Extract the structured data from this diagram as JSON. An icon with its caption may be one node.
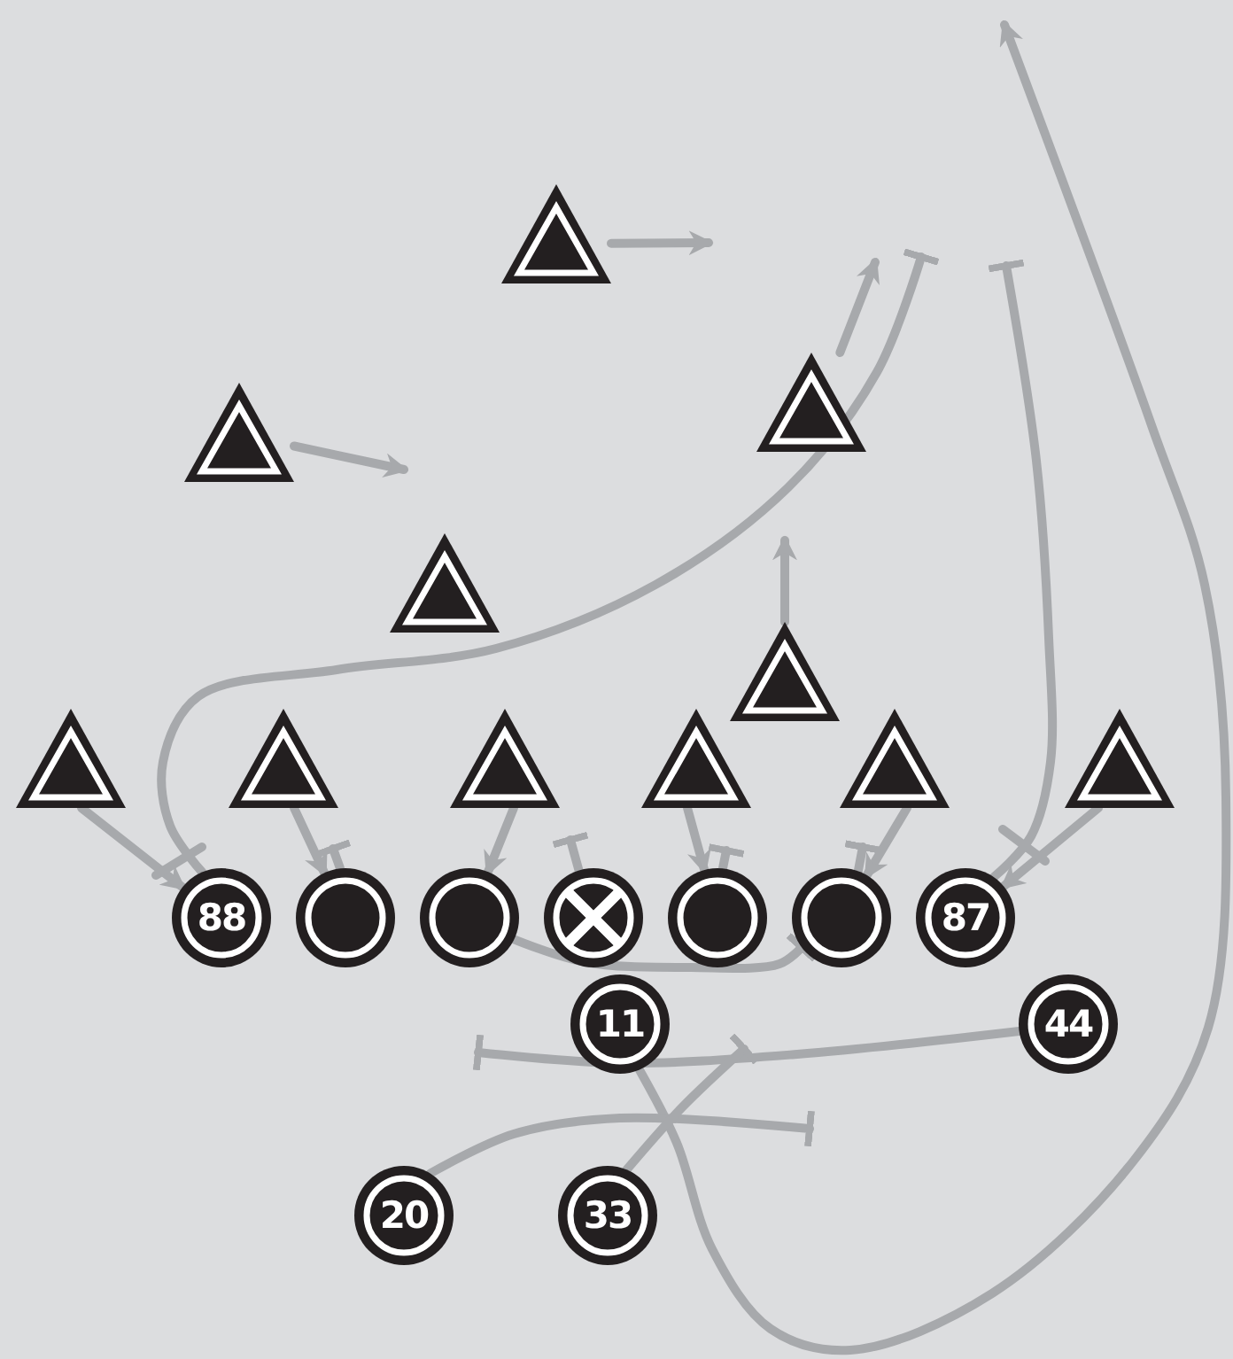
{
  "diagram": {
    "nodes": [
      {
        "text": [],
        "shape": "triangle"
      },
      {
        "text": [],
        "shape": "triangle"
      },
      {
        "text": [],
        "shape": "triangle"
      },
      {
        "text": [],
        "shape": "triangle"
      },
      {
        "text": [],
        "shape": "triangle"
      },
      {
        "text": [],
        "shape": "triangle"
      },
      {
        "text": [],
        "shape": "triangle"
      },
      {
        "text": [],
        "shape": "triangle"
      },
      {
        "text": [],
        "shape": "triangle"
      },
      {
        "text": [],
        "shape": "triangle"
      },
      {
        "text": [],
        "shape": "triangle"
      },
      {
        "text": [
          "88"
        ]
      },
      {
        "text": [],
        "shape": "circle"
      },
      {
        "text": [],
        "shape": "circle"
      },
      {
        "text": [],
        "shape": "circle"
      },
      {
        "text": [],
        "shape": "circle"
      },
      {
        "text": [],
        "shape": "circle"
      },
      {
        "text": [
          "87"
        ]
      },
      {
        "text": [
          "11"
        ]
      },
      {
        "text": [
          "44"
        ]
      },
      {
        "text": [
          "20"
        ]
      },
      {
        "text": [
          "33"
        ]
      }
    ],
    "edges": [
      {
        "from": 0,
        "to": null,
        "arrow": "to"
      },
      {
        "from": 1,
        "to": null,
        "arrow": "to"
      },
      {
        "from": 2,
        "to": null,
        "arrow": "to"
      },
      {
        "from": 4,
        "to": null,
        "arrow": "to"
      },
      {
        "from": 5,
        "to": 11,
        "arrow": "to"
      },
      {
        "from": 6,
        "to": 12,
        "arrow": "to"
      },
      {
        "from": 7,
        "to": 13,
        "arrow": "to"
      },
      {
        "from": 8,
        "to": 15,
        "arrow": "to"
      },
      {
        "from": 9,
        "to": 16,
        "arrow": "to"
      },
      {
        "from": 10,
        "to": 17,
        "arrow": "to"
      },
      {
        "from": 11,
        "to": null,
        "arrow": "other"
      },
      {
        "from": 12,
        "to": null,
        "arrow": "other"
      },
      {
        "from": 13,
        "to": 16,
        "arrow": "other"
      },
      {
        "from": 14,
        "to": null,
        "arrow": "other"
      },
      {
        "from": 15,
        "to": null,
        "arrow": "other"
      },
      {
        "from": 16,
        "to": null,
        "arrow": "other"
      },
      {
        "from": 17,
        "to": null,
        "arrow": "other"
      },
      {
        "from": 18,
        "to": null,
        "arrow": "to"
      },
      {
        "from": 19,
        "to": null,
        "arrow": "other"
      },
      {
        "from": 20,
        "to": null,
        "arrow": "other"
      },
      {
        "from": 21,
        "to": null,
        "arrow": "other"
      }
    ]
  }
}
